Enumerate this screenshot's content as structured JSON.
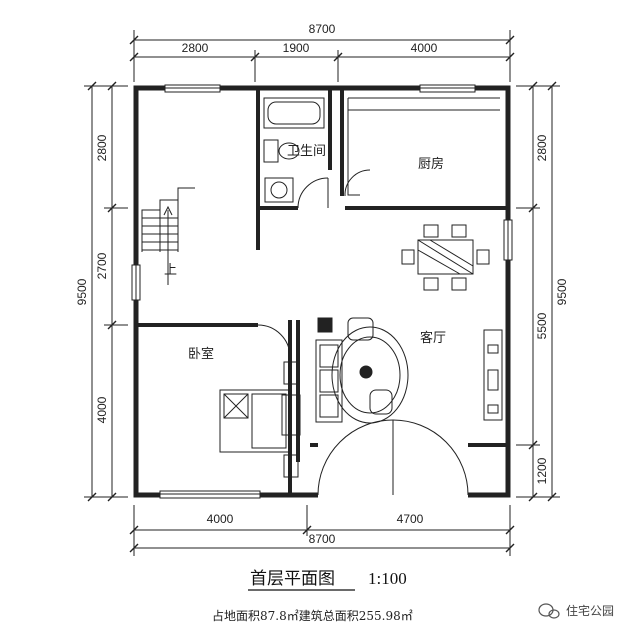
{
  "dimensions": {
    "top_total": "8700",
    "top_segments": [
      "2800",
      "1900",
      "4000"
    ],
    "bottom_segments": [
      "4000",
      "4700"
    ],
    "bottom_total": "8700",
    "left_total": "9500",
    "left_segments": [
      "2800",
      "2700",
      "4000"
    ],
    "right_total": "9500",
    "right_segments": [
      "2800",
      "5500",
      "1200"
    ]
  },
  "rooms": {
    "bathroom": "卫生间",
    "kitchen": "厨房",
    "living": "客厅",
    "bedroom": "卧室",
    "stair_up": "上"
  },
  "caption": {
    "title": "首层平面图",
    "scale": "1:100",
    "area_line": "占地面积87.8㎡建筑总面积255.98㎡"
  },
  "watermark": {
    "label": "住宅公园",
    "icon": "wechat-icon"
  }
}
